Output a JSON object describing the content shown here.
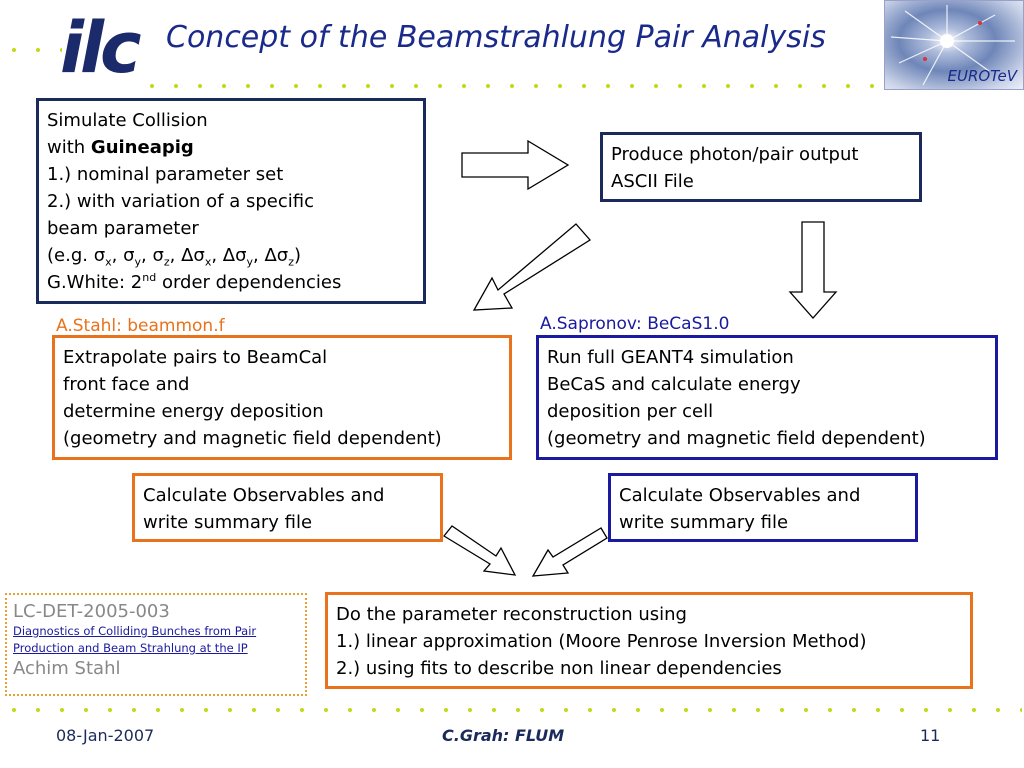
{
  "header": {
    "logo_text": "ilc",
    "title": "Concept of the Beamstrahlung Pair Analysis",
    "badge_text": "EUROTeV"
  },
  "boxes": {
    "simulate": {
      "line1": "Simulate Collision",
      "line2_prefix": "with ",
      "line2_bold": "Guineapig",
      "line3": "1.) nominal parameter set",
      "line4": "2.) with variation of a specific",
      "line5": "beam parameter",
      "line6": "(e.g. σ",
      "line7_prefix": "G.White: 2",
      "line7_sup": "nd",
      "line7_suffix": " order dependencies"
    },
    "produce": {
      "line1": "Produce photon/pair output",
      "line2": "ASCII File"
    },
    "extrapolate": {
      "line1": "Extrapolate pairs to BeamCal",
      "line2": "front face and",
      "line3": "determine energy deposition",
      "line4": "(geometry and magnetic field dependent)"
    },
    "geant": {
      "line1": "Run full GEANT4 simulation",
      "line2": "BeCaS and calculate energy",
      "line3": "deposition per cell",
      "line4": "(geometry and magnetic field dependent)"
    },
    "observables_left": {
      "line1": "Calculate Observables and",
      "line2": "write summary file"
    },
    "observables_right": {
      "line1": "Calculate Observables and",
      "line2": "write summary file"
    },
    "reconstruction": {
      "line1": "Do the parameter reconstruction using",
      "line2": "1.) linear approximation (Moore Penrose Inversion Method)",
      "line3": "2.) using fits to describe non linear dependencies"
    }
  },
  "authors": {
    "left": "A.Stahl: beammon.f",
    "right": "A.Sapronov: BeCaS1.0"
  },
  "reference": {
    "code": "LC-DET-2005-003",
    "link_line1": "Diagnostics of Colliding Bunches from Pair",
    "link_line2": "Production and Beam Strahlung at the IP",
    "author": "Achim Stahl"
  },
  "footer": {
    "date": "08-Jan-2007",
    "presenter": "C.Grah: FLUM",
    "page": "11"
  },
  "colors": {
    "accent_blue": "#1a1aa0",
    "navy": "#1a2a5a",
    "orange": "#e8731c",
    "dots": "#c6d91c"
  }
}
